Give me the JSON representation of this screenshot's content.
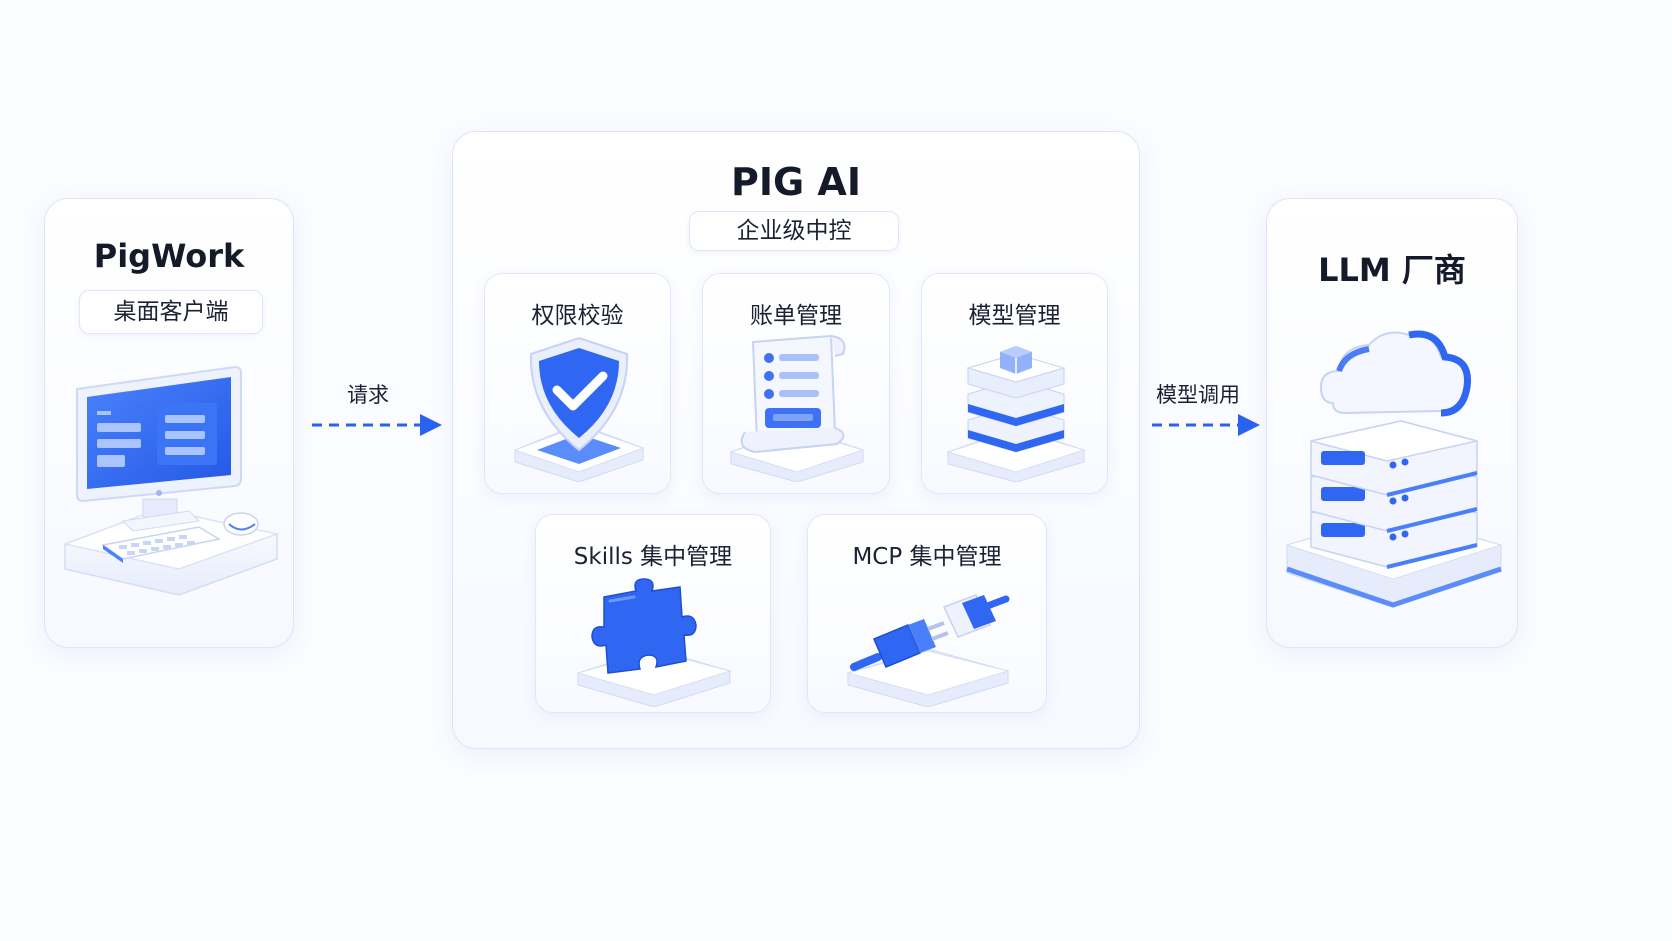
{
  "client": {
    "title": "PigWork",
    "tag": "桌面客户端"
  },
  "arrow_left": {
    "label": "请求"
  },
  "hub": {
    "title": "PIG AI",
    "tag": "企业级中控",
    "modules": [
      {
        "label": "权限校验",
        "icon": "shield-check-icon"
      },
      {
        "label": "账单管理",
        "icon": "bill-scroll-icon"
      },
      {
        "label": "模型管理",
        "icon": "model-stack-icon"
      },
      {
        "label": "Skills 集中管理",
        "icon": "puzzle-piece-icon"
      },
      {
        "label": "MCP 集中管理",
        "icon": "plug-connector-icon"
      }
    ]
  },
  "arrow_right": {
    "label": "模型调用"
  },
  "vendor": {
    "title": "LLM 厂商",
    "icon": "cloud-server-icon"
  },
  "colors": {
    "accent": "#2a62f0",
    "accent_light": "#8fb0fa",
    "border": "#dbe4fb",
    "text": "#1a1f2e"
  }
}
